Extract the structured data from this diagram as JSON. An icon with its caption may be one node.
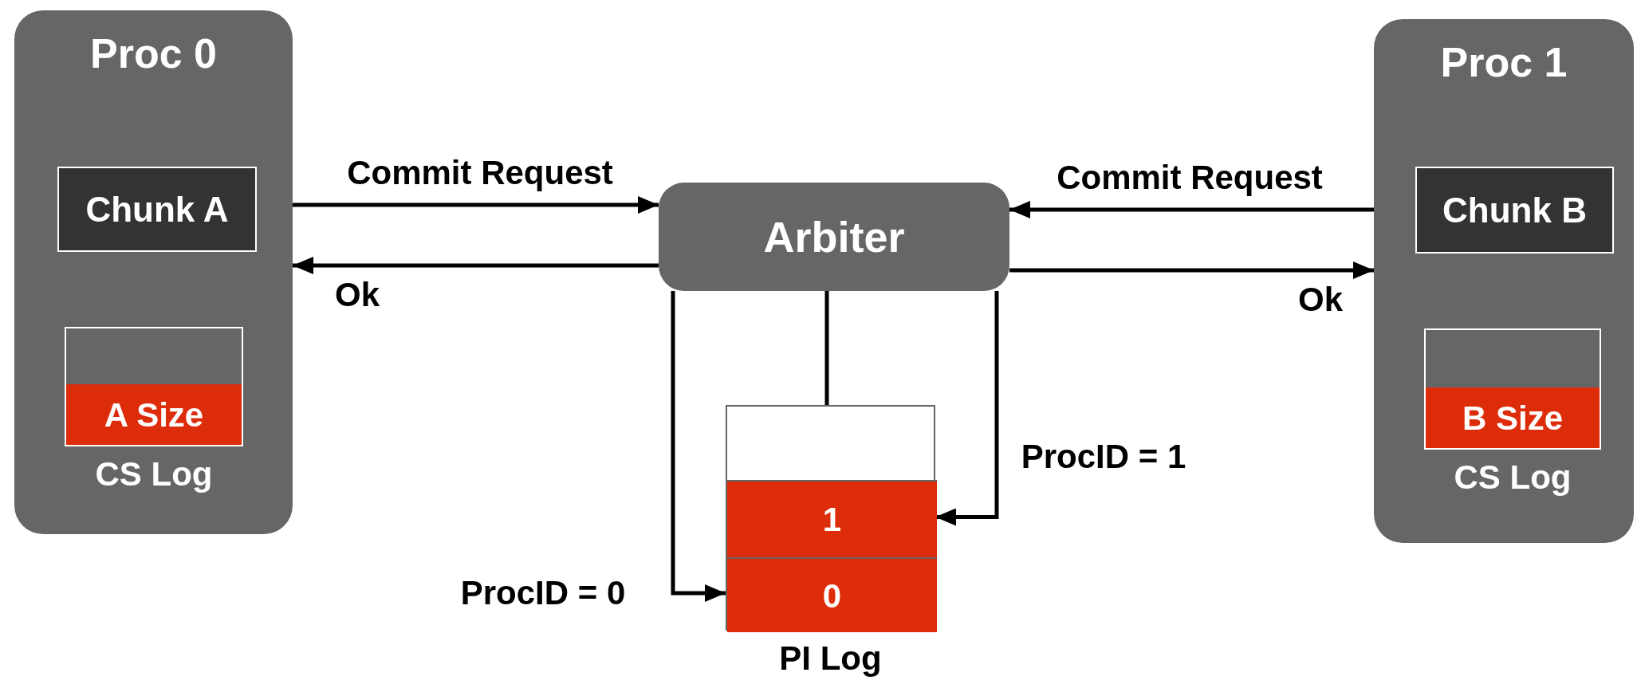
{
  "diagram": {
    "nodes": [
      {
        "text": [
          "Proc 0"
        ]
      },
      {
        "text": [
          "Chunk A"
        ],
        "in": 0
      },
      {
        "text": [
          "A Size"
        ],
        "in": 0,
        "beside": [
          "CS Log"
        ]
      },
      {
        "text": [
          "Proc 1"
        ]
      },
      {
        "text": [
          "Chunk B"
        ],
        "in": 3
      },
      {
        "text": [
          "B Size"
        ],
        "in": 3,
        "beside": [
          "CS Log"
        ]
      },
      {
        "text": [
          "Arbiter"
        ]
      },
      {
        "text": [],
        "shape": "box",
        "beside": [
          "PI Log"
        ]
      },
      {
        "text": [
          "1"
        ],
        "in": 7
      },
      {
        "text": [
          "0"
        ],
        "in": 7
      }
    ],
    "edges": [
      {
        "from": 0,
        "to": 6,
        "arrow": "to",
        "label": "Commit Request"
      },
      {
        "from": 6,
        "to": 0,
        "arrow": "to",
        "label": "Ok"
      },
      {
        "from": 3,
        "to": 6,
        "arrow": "to",
        "label": "Commit Request"
      },
      {
        "from": 6,
        "to": 3,
        "arrow": "to",
        "label": "Ok"
      },
      {
        "from": 6,
        "to": 7,
        "arrow": "none"
      },
      {
        "from": 6,
        "to": 9,
        "arrow": "to",
        "label": "ProcID = 0"
      },
      {
        "from": 6,
        "to": 8,
        "arrow": "to",
        "label": "ProcID = 1"
      }
    ]
  }
}
